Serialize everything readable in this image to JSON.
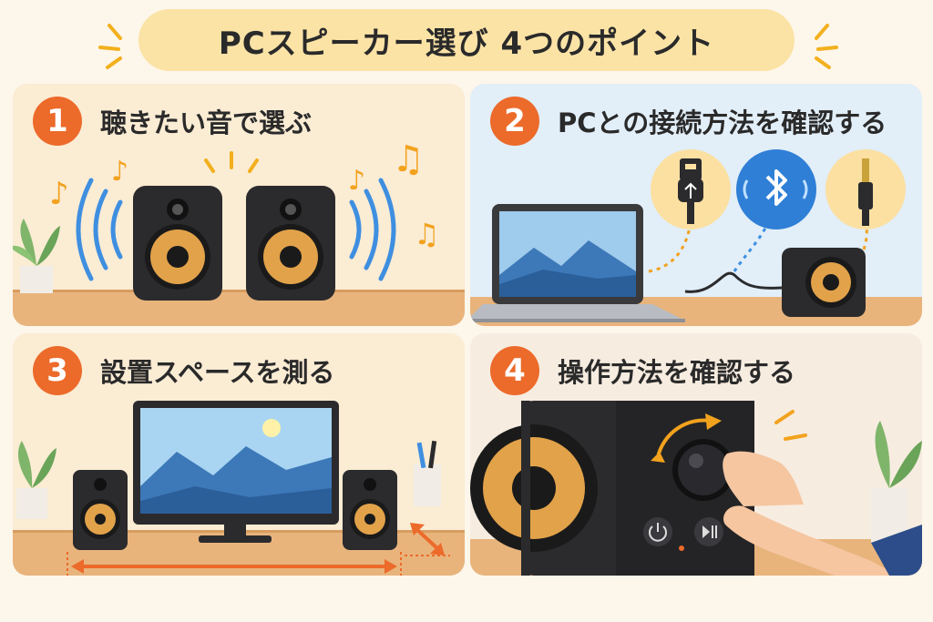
{
  "title": "PCスピーカー選び 4つのポイント",
  "points": [
    {
      "number": "1",
      "heading": "聴きたい音で選ぶ"
    },
    {
      "number": "2",
      "heading": "PCとの接続方法を確認する"
    },
    {
      "number": "3",
      "heading": "設置スペースを測る"
    },
    {
      "number": "4",
      "heading": "操作方法を確認する"
    }
  ],
  "icons": {
    "usb": "usb-icon",
    "bluetooth": "bluetooth-icon",
    "audio_jack": "audio-jack-icon",
    "power": "power-icon",
    "play_pause": "play-pause-icon"
  },
  "colors": {
    "accent": "#ec6a2a",
    "title_bg": "#fbe3a6",
    "speaker": "#2b2b2d",
    "woofer": "#e2a24a",
    "sound_wave": "#3f8fe0",
    "note": "#f2a21d"
  }
}
